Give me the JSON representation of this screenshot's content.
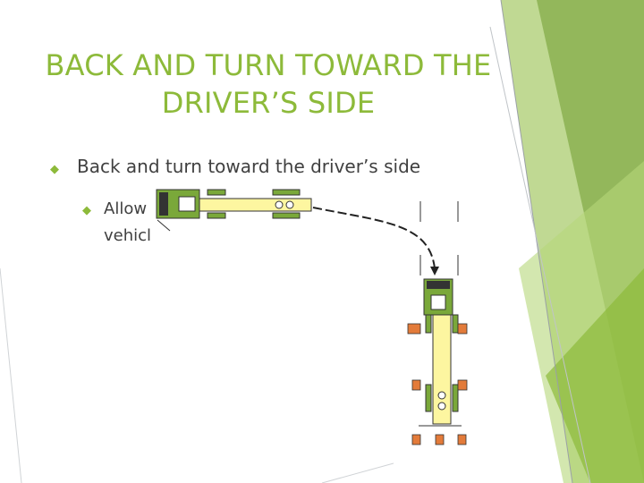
{
  "slide": {
    "title_line1": "BACK AND TURN TOWARD THE",
    "title_line2": "DRIVER’S SIDE",
    "bullets": [
      {
        "text": "Back and turn toward the driver’s side"
      },
      {
        "line1": "Allow",
        "line2": "vehicl"
      }
    ]
  },
  "icons": {
    "bullet_marker": "diamond-bullet-icon",
    "sub_bullet_marker": "diamond-bullet-icon"
  },
  "colors": {
    "accent": "#8dba3a",
    "truck_green": "#7aa83a",
    "trailer_yellow": "#fdf6a0",
    "cone_orange": "#e37b3a",
    "text": "#404040"
  }
}
